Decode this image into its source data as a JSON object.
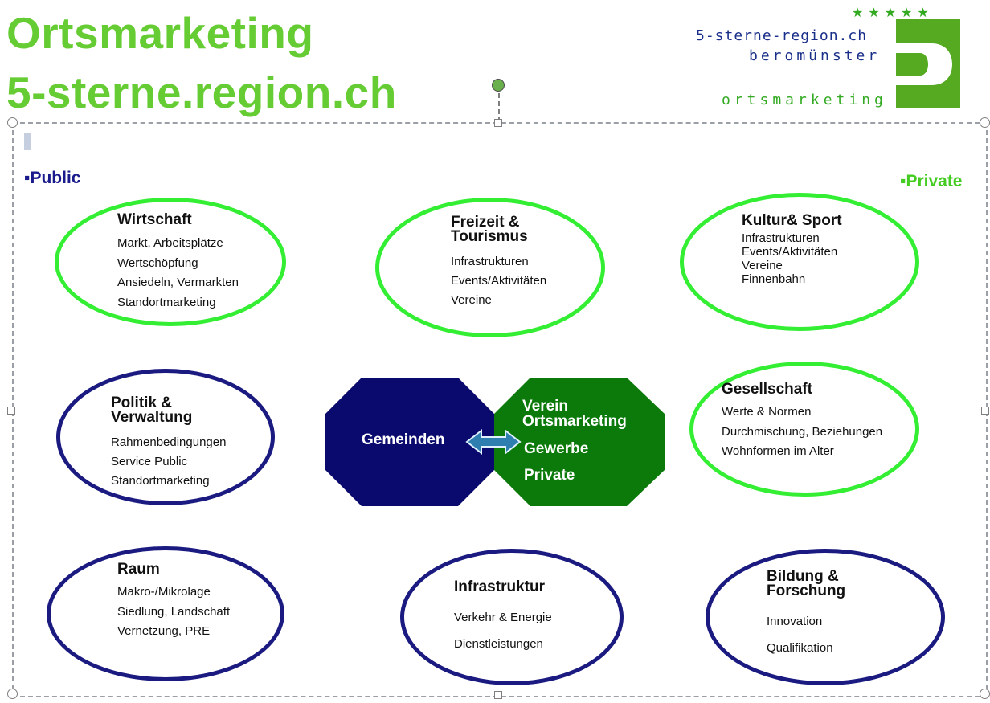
{
  "title": {
    "line1": "Ortsmarketing",
    "line2": "5-sterne.region.ch"
  },
  "logo": {
    "stars": "★★★★★",
    "domain": "5-sterne-region.ch",
    "town": "beromünster",
    "dept": "ortsmarketing",
    "colors": {
      "green": "#55aa22",
      "blue": "#1a2f8a"
    }
  },
  "sides": {
    "public": "▪Public",
    "private": "▪Private"
  },
  "circles": {
    "wirtschaft": {
      "title": "Wirtschaft",
      "lines": [
        "Markt, Arbeitsplätze",
        "Wertschöpfung",
        "Ansiedeln, Vermarkten",
        "Standortmarketing"
      ]
    },
    "freizeit": {
      "title": "Freizeit &",
      "title2": "Tourismus",
      "lines": [
        "Infrastrukturen",
        "Events/Aktivitäten",
        "Vereine"
      ]
    },
    "kultur": {
      "title": "Kultur& Sport",
      "lines": [
        "Infrastrukturen",
        "Events/Aktivitäten",
        "Vereine",
        "Finnenbahn"
      ]
    },
    "politik": {
      "title": "Politik &",
      "title2": "Verwaltung",
      "lines": [
        "Rahmenbedingungen",
        "Service Public",
        "Standortmarketing"
      ]
    },
    "gesellschaft": {
      "title": "Gesellschaft",
      "lines": [
        "Werte & Normen",
        "Durchmischung, Beziehungen",
        "Wohnformen im Alter"
      ]
    },
    "raum": {
      "title": "Raum",
      "lines": [
        "Makro-/Mikrolage",
        "Siedlung, Landschaft",
        "Vernetzung, PRE"
      ]
    },
    "infrastruktur": {
      "title": "Infrastruktur",
      "lines": [
        "Verkehr & Energie",
        "Dienstleistungen"
      ]
    },
    "bildung": {
      "title": "Bildung &",
      "title2": "Forschung",
      "lines": [
        "Innovation",
        "Qualifikation"
      ]
    }
  },
  "hub": {
    "left": "Gemeinden",
    "right": [
      "Verein",
      "Ortsmarketing",
      "Gewerbe",
      "Private"
    ],
    "colors": {
      "left": "#0a0a6e",
      "right": "#0b7a0b"
    }
  }
}
